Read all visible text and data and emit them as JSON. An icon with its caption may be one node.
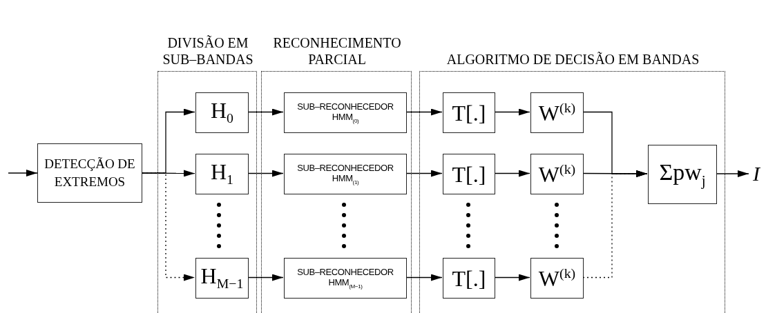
{
  "diagram": {
    "nodes": [
      {
        "text": [
          "DETECÇÃO DE EXTREMOS"
        ]
      },
      {
        "text": [
          "DIVISÃO EM SUB–BANDAS"
        ]
      },
      {
        "text": [
          "H$_{0}$"
        ],
        "in": 1
      },
      {
        "text": [
          "H$_{1}$"
        ],
        "in": 1
      },
      {
        "text": [
          "H$_{M−1}$"
        ],
        "in": 1
      },
      {
        "text": [
          "RECONHECIMENTO PARCIAL"
        ]
      },
      {
        "text": [
          "SUB–RECONHECEDOR HMM$_{(0)}$"
        ],
        "in": 5
      },
      {
        "text": [
          "SUB–RECONHECEDOR HMM$_{(1)}$"
        ],
        "in": 5
      },
      {
        "text": [
          "SUB–RECONHECEDOR HMM$_{(M−1)}$"
        ],
        "in": 5
      },
      {
        "text": [
          "ALGORITMO DE DECISÃO EM BANDAS"
        ]
      },
      {
        "text": [
          "T[.]"
        ],
        "in": 9
      },
      {
        "text": [
          "T[.]"
        ],
        "in": 9
      },
      {
        "text": [
          "T[.]"
        ],
        "in": 9
      },
      {
        "text": [
          "W$^{(k)}$"
        ],
        "in": 9
      },
      {
        "text": [
          "W$^{(k)}$"
        ],
        "in": 9
      },
      {
        "text": [
          "W$^{(k)}$"
        ],
        "in": 9
      },
      {
        "text": [
          "Σpw$_{j}$"
        ],
        "in": 9
      },
      {
        "text": [
          "I"
        ]
      }
    ],
    "edges": [
      {
        "from": null,
        "to": 0,
        "arrow": "to"
      },
      {
        "from": 0,
        "to": 2,
        "arrow": "to"
      },
      {
        "from": 0,
        "to": 3,
        "arrow": "to"
      },
      {
        "from": 0,
        "to": 4,
        "arrow": "to",
        "style": "dashed"
      },
      {
        "from": 2,
        "to": 6,
        "arrow": "to"
      },
      {
        "from": 3,
        "to": 7,
        "arrow": "to"
      },
      {
        "from": 4,
        "to": 8,
        "arrow": "to"
      },
      {
        "from": 6,
        "to": 10,
        "arrow": "to"
      },
      {
        "from": 7,
        "to": 11,
        "arrow": "to"
      },
      {
        "from": 8,
        "to": 12,
        "arrow": "to"
      },
      {
        "from": 10,
        "to": 13,
        "arrow": "to"
      },
      {
        "from": 11,
        "to": 14,
        "arrow": "to"
      },
      {
        "from": 12,
        "to": 15,
        "arrow": "to"
      },
      {
        "from": 13,
        "to": 16,
        "arrow": "to"
      },
      {
        "from": 14,
        "to": 16,
        "arrow": "to"
      },
      {
        "from": 15,
        "to": 16,
        "arrow": "to",
        "style": "dashed"
      },
      {
        "from": 16,
        "to": 17,
        "arrow": "to"
      }
    ]
  }
}
